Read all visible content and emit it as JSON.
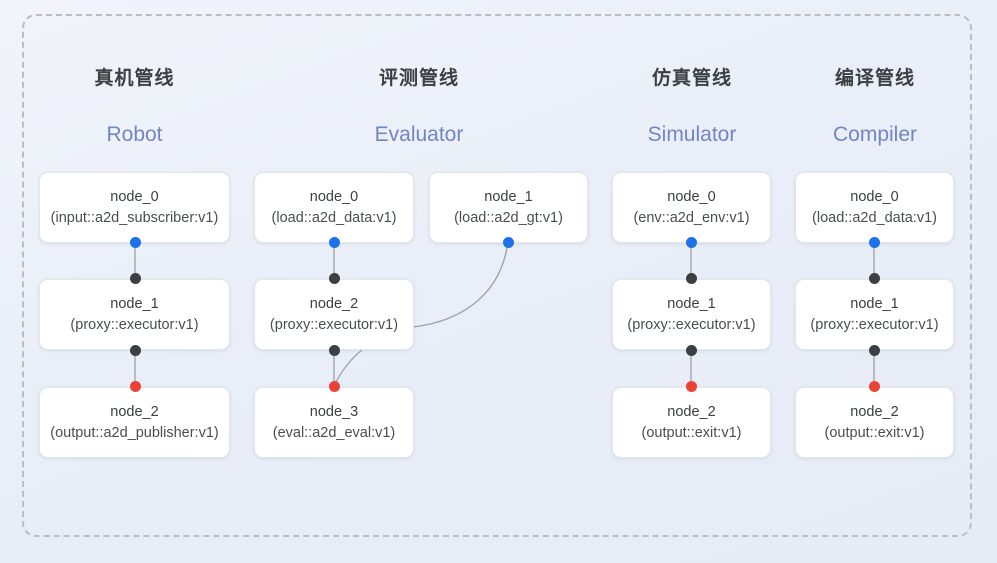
{
  "frame": {
    "border_style": "dashed",
    "border_color": "#b7bdc9",
    "background_color": "#e9eef8"
  },
  "palette": {
    "port_input": "#1a73e8",
    "port_middle": "#3c4043",
    "port_output": "#ea4335",
    "title_cn": "#3c4043",
    "title_en": "#7086c6",
    "edge": "#9aa0ab",
    "node_bg": "#ffffff"
  },
  "columns": [
    {
      "title_cn": "真机管线",
      "title_en": "Robot",
      "nodes": [
        {
          "name": "node_0",
          "spec": "(input::a2d_subscriber:v1)"
        },
        {
          "name": "node_1",
          "spec": "(proxy::executor:v1)"
        },
        {
          "name": "node_2",
          "spec": "(output::a2d_publisher:v1)"
        }
      ]
    },
    {
      "title_cn": "评测管线",
      "title_en": "Evaluator",
      "nodes": [
        {
          "name": "node_0",
          "spec": "(load::a2d_data:v1)"
        },
        {
          "name": "node_1",
          "spec": "(load::a2d_gt:v1)"
        },
        {
          "name": "node_2",
          "spec": "(proxy::executor:v1)"
        },
        {
          "name": "node_3",
          "spec": "(eval::a2d_eval:v1)"
        }
      ]
    },
    {
      "title_cn": "仿真管线",
      "title_en": "Simulator",
      "nodes": [
        {
          "name": "node_0",
          "spec": "(env::a2d_env:v1)"
        },
        {
          "name": "node_1",
          "spec": "(proxy::executor:v1)"
        },
        {
          "name": "node_2",
          "spec": "(output::exit:v1)"
        }
      ]
    },
    {
      "title_cn": "编译管线",
      "title_en": "Compiler",
      "nodes": [
        {
          "name": "node_0",
          "spec": "(load::a2d_data:v1)"
        },
        {
          "name": "node_1",
          "spec": "(proxy::executor:v1)"
        },
        {
          "name": "node_2",
          "spec": "(output::exit:v1)"
        }
      ]
    }
  ]
}
